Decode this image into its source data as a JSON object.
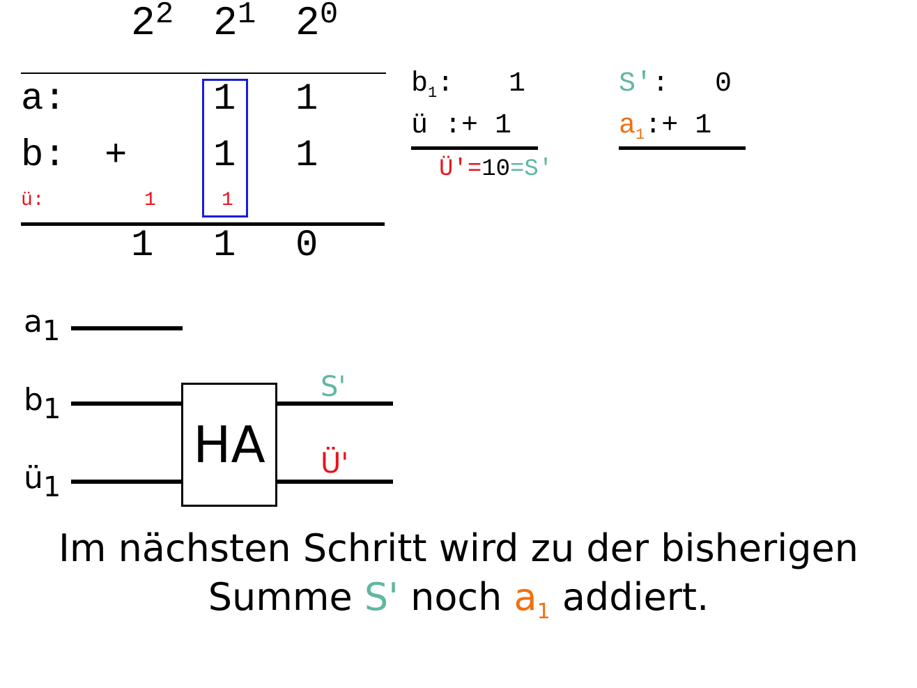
{
  "colors": {
    "sum": "#5fb8a0",
    "carry": "#e8141e",
    "a_bit": "#f07010",
    "highlight": "#1a1ae0"
  },
  "powers": [
    {
      "base": "2",
      "exp": "2"
    },
    {
      "base": "2",
      "exp": "1"
    },
    {
      "base": "2",
      "exp": "0"
    }
  ],
  "addition": {
    "row_a": {
      "label": "a:",
      "digits": [
        "1",
        "1"
      ]
    },
    "row_b": {
      "label": "b:",
      "op": "+",
      "digits": [
        "1",
        "1"
      ]
    },
    "row_carry": {
      "label": "ü:",
      "digits": [
        "1",
        "1"
      ]
    },
    "result": [
      "1",
      "1",
      "0"
    ]
  },
  "step1": {
    "b_label": "b",
    "b_sub": "1",
    "b_colon": ":",
    "b_value": "1",
    "u_label": "ü :+ 1",
    "result_carry": "Ü'",
    "result_eq": "=",
    "result_value": "10",
    "result_sum": "=S'"
  },
  "step2": {
    "s_label": "S'",
    "s_colon": ":",
    "s_value": "0",
    "a_label": "a",
    "a_sub": "1",
    "a_rest": ":+ 1"
  },
  "circuit": {
    "a_label": "a",
    "a_sub": "1",
    "b_label": "b",
    "b_sub": "1",
    "u_label": "ü",
    "u_sub": "1",
    "box_label": "HA",
    "out_sum": "S'",
    "out_carry": "Ü'"
  },
  "caption": {
    "line1": "Im nächsten Schritt wird zu der bisherigen",
    "line2_start": "Summe ",
    "sum_word": "S'",
    "line2_mid": " noch ",
    "a_word": "a",
    "a_sub": "1",
    "line2_end": " addiert."
  }
}
